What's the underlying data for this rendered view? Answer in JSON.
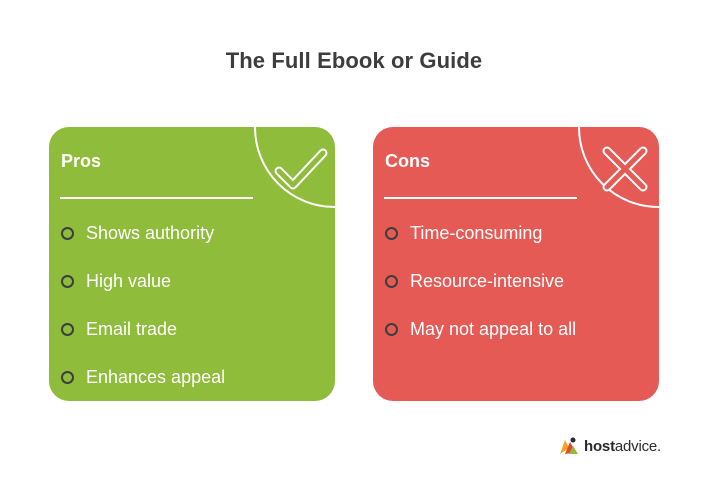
{
  "title": "The Full Ebook or Guide",
  "pros": {
    "heading": "Pros",
    "icon": "checkmark-icon",
    "color": "#8fbc3a",
    "items": [
      "Shows authority",
      "High value",
      "Email trade",
      "Enhances appeal"
    ]
  },
  "cons": {
    "heading": "Cons",
    "icon": "cross-icon",
    "color": "#e55a55",
    "items": [
      "Time-consuming",
      "Resource-intensive",
      "May not appeal to all"
    ]
  },
  "brand": {
    "icon": "hostadvice-logo-icon",
    "name_bold": "host",
    "name_regular": "advice."
  }
}
